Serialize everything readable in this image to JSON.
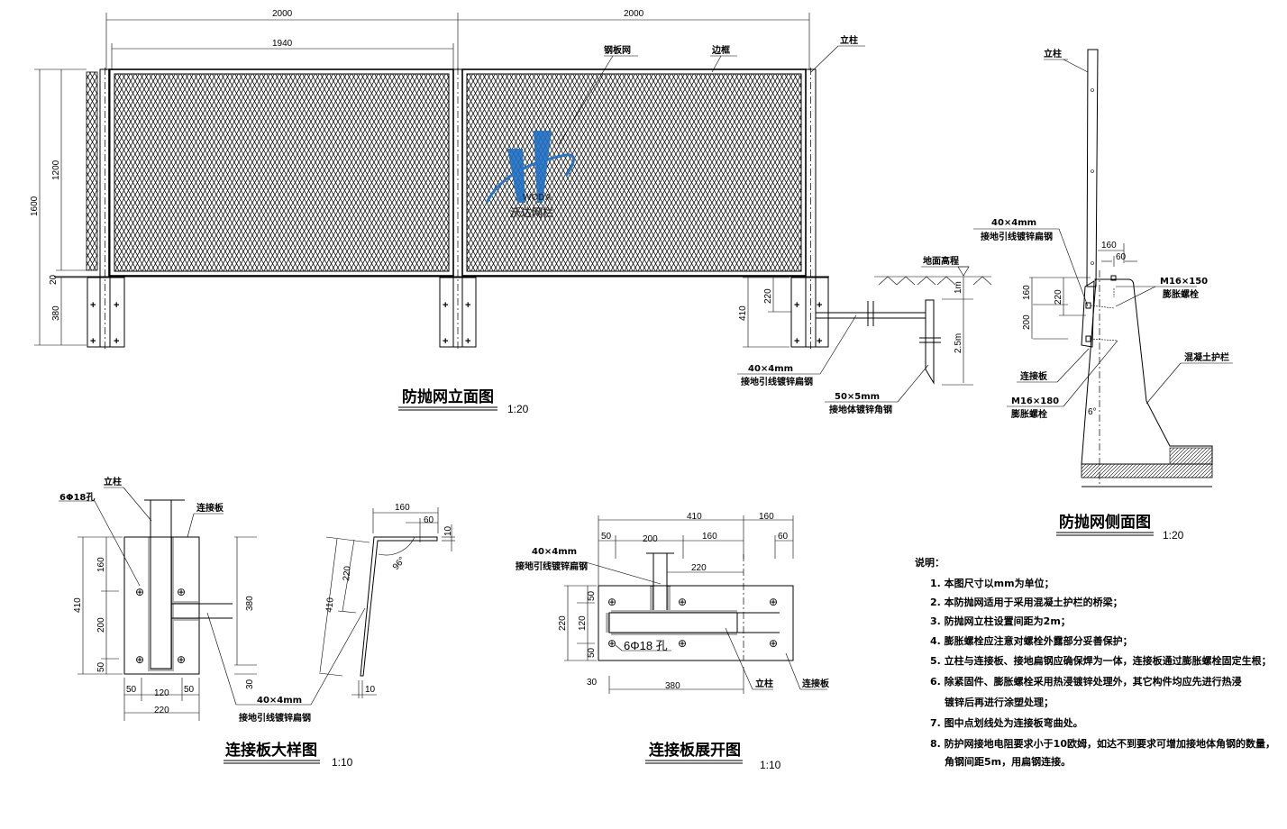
{
  "elevation": {
    "title": "防抛网立面图",
    "scale": "1:20",
    "dim_2000_a": "2000",
    "dim_2000_b": "2000",
    "dim_1940": "1940",
    "dim_1600": "1600",
    "dim_1200": "1200",
    "dim_20": "20",
    "dim_380": "380",
    "dim_410": "410",
    "dim_220": "220",
    "dim_1m": "1m",
    "dim_2_5m": "2.5m",
    "label_mesh": "钢板网",
    "label_frame": "边框",
    "label_post": "立柱",
    "label_ground": "地面高程",
    "flatbar_size": "40×4mm",
    "flatbar_name": "接地引线镀锌扁钢",
    "angle_size": "50×5mm",
    "angle_name": "接地体镀锌角钢"
  },
  "side": {
    "title": "防抛网侧面图",
    "scale": "1:20",
    "label_post": "立柱",
    "flatbar_size": "40×4mm",
    "flatbar_name": "接地引线镀锌扁钢",
    "dim_160_top": "160",
    "dim_60": "60",
    "dim_160": "160",
    "dim_220": "220",
    "dim_200": "200",
    "bolt1_size": "M16×150",
    "bolt1_name": "膨胀螺栓",
    "bolt2_size": "M16×180",
    "bolt2_name": "膨胀螺栓",
    "label_plate": "连接板",
    "label_barrier": "混凝土护栏",
    "angle": "6°"
  },
  "detail": {
    "title": "连接板大样图",
    "scale": "1:10",
    "label_post": "立柱",
    "label_holes": "6Φ18孔",
    "label_plate": "连接板",
    "dim_410": "410",
    "dim_160": "160",
    "dim_200": "200",
    "dim_50": "50",
    "dim_380": "380",
    "dim_30": "30",
    "dim_b50a": "50",
    "dim_b120": "120",
    "dim_b50b": "50",
    "dim_220": "220",
    "flatbar_size": "40×4mm",
    "flatbar_name": "接地引线镀锌扁钢",
    "bend_160": "160",
    "bend_60": "60",
    "bend_10": "10",
    "bend_angle": "96°",
    "bend_220": "220",
    "bend_410": "410",
    "bend_10b": "10"
  },
  "unfold": {
    "title": "连接板展开图",
    "scale": "1:10",
    "dim_410": "410",
    "dim_160_r": "160",
    "dim_50": "50",
    "dim_200": "200",
    "dim_160": "160",
    "dim_60": "60",
    "dim_220_top": "220",
    "dim_220": "220",
    "dim_v50a": "50",
    "dim_v120": "120",
    "dim_v50b": "50",
    "dim_30": "30",
    "dim_380": "380",
    "flatbar_size": "40×4mm",
    "flatbar_name": "接地引线镀锌扁钢",
    "label_holes": "6Φ18 孔",
    "label_post": "立柱",
    "label_plate": "连接板"
  },
  "notes": {
    "heading": "说明：",
    "items": [
      "1. 本图尺寸以mm为单位；",
      "2. 本防抛网适用于采用混凝土护栏的桥梁；",
      "3. 防抛网立柱设置间距为2m；",
      "4. 膨胀螺栓应注意对螺栓外露部分妥善保护；",
      "5. 立柱与连接板、接地扁钢应确保焊为一体，连接板通过膨胀螺栓固定生根；",
      "6. 除紧固件、膨胀螺栓采用热浸镀锌处理外，其它构件均应先进行热浸",
      "镀锌后再进行涂塑处理；",
      "7. 图中点划线处为连接板弯曲处。",
      "8. 防护网接地电阻要求小于10欧姆，如达不到要求可增加接地体角钢的数量，",
      "角钢间距5m，用扁钢连接。"
    ]
  },
  "watermark": {
    "brand": "WODA",
    "cn": "沃达网栏",
    "color": "#1f6fc4"
  }
}
